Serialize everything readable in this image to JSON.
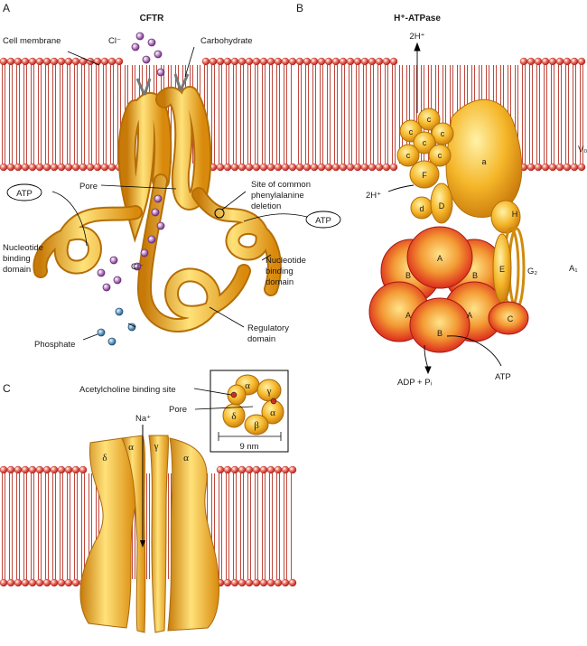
{
  "panels": {
    "a": {
      "letter": "A",
      "title": "CFTR",
      "labels": {
        "cell_membrane": "Cell membrane",
        "cl_top": "Cl⁻",
        "carbohydrate": "Carbohydrate",
        "pore": "Pore",
        "atp_left": "ATP",
        "atp_right": "ATP",
        "deletion_1": "Site of common",
        "deletion_2": "phenylalanine",
        "deletion_3": "deletion",
        "nbd_left_1": "Nucleotide",
        "nbd_left_2": "binding",
        "nbd_left_3": "domain",
        "nbd_right_1": "Nucleotide",
        "nbd_right_2": "binding",
        "nbd_right_3": "domain",
        "cl_bottom": "Cl⁻",
        "regulatory_1": "Regulatory",
        "regulatory_2": "domain",
        "phosphate": "Phosphate"
      }
    },
    "b": {
      "letter": "B",
      "title": "H⁺-ATPase",
      "labels": {
        "proton_top": "2H⁺",
        "proton_side": "2H⁺",
        "v0": "V₀",
        "a1": "A₁",
        "subunit_a": "a",
        "subunit_c": "c",
        "subunit_F": "F",
        "subunit_d": "d",
        "subunit_D": "D",
        "subunit_H": "H",
        "subunit_E": "E",
        "subunit_G2": "G₂",
        "subunit_A": "A",
        "subunit_B": "B",
        "subunit_C": "C",
        "adp": "ADP + Pᵢ",
        "atp": "ATP"
      }
    },
    "c": {
      "letter": "C",
      "labels": {
        "ach_site": "Acetylcholine binding site",
        "pore": "Pore",
        "width": "9 nm",
        "na": "Na⁺",
        "delta": "δ",
        "alpha": "α",
        "gamma": "γ",
        "beta": "β"
      }
    }
  },
  "colors": {
    "lipid_head": "#c8302a",
    "lipid_tail": "#b0372d",
    "protein_gold": "#f2a41c",
    "protein_light": "#ffe07a",
    "atpase_red": "#d7261d",
    "chloride": "#8a3a9a",
    "phosphate": "#2e6fa0"
  }
}
